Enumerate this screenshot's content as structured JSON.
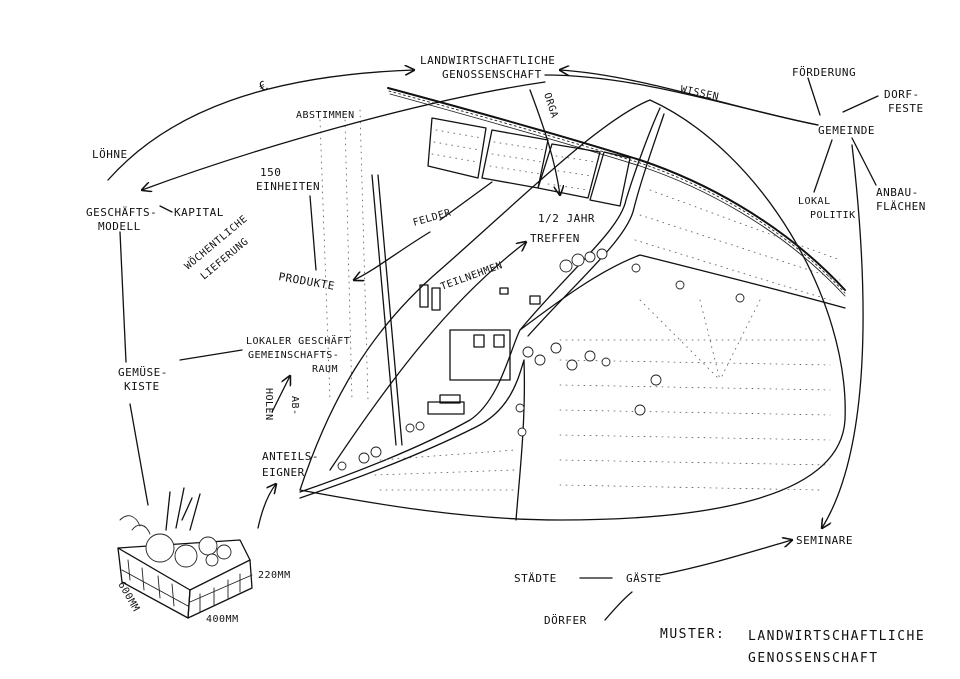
{
  "labels": {
    "cooperative": [
      "LANDWIRTSCHAFTLICHE",
      "GENOSSENSCHAFT"
    ],
    "euro": "€",
    "abstimmen": "ABSTIMMEN",
    "wissen": "WISSEN",
    "orga": "ORGA",
    "foerderung": "FÖRDERUNG",
    "dorffeste": [
      "DORF-",
      "FESTE"
    ],
    "gemeinde": "GEMEINDE",
    "anbauflaechen": [
      "ANBAU-",
      "FLÄCHEN"
    ],
    "lokalpolitik": [
      "LOKAL",
      "POLITIK"
    ],
    "loehne": "LÖHNE",
    "geschaeftsmodell": [
      "GESCHÄFTS-",
      "MODELL"
    ],
    "kapital": "KAPITAL",
    "einheiten": [
      "150",
      "EINHEITEN"
    ],
    "woechentliche": [
      "WÖCHENTLICHE",
      "LIEFERUNG"
    ],
    "felder": "FELDER",
    "treffen": [
      "1/2 JAHR",
      "TREFFEN"
    ],
    "teilnehmen": "TEILNEHMEN",
    "produkte": "PRODUKTE",
    "lokaler": [
      "LOKALER GESCHÄFT",
      "GEMEINSCHAFTS-",
      "RAUM"
    ],
    "gemuesekiste": [
      "GEMÜSE-",
      "KISTE"
    ],
    "abholen": [
      "AB-",
      "HOLEN"
    ],
    "anteilseigner": [
      "ANTEILS-",
      "EIGNER"
    ],
    "dim_height": "220MM",
    "dim_depth": "600MM",
    "dim_width": "400MM",
    "seminare": "SEMINARE",
    "staedte": "STÄDTE",
    "gaeste": "GÄSTE",
    "doerfer": "DÖRFER",
    "muster_prefix": "MUSTER:",
    "muster_title": [
      "LANDWIRTSCHAFTLICHE",
      "GENOSSENSCHAFT"
    ]
  }
}
